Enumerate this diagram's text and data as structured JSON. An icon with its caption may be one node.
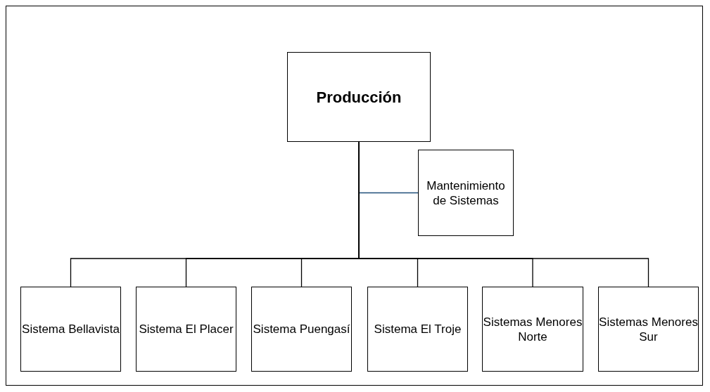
{
  "diagram": {
    "nodes": [
      {
        "text": [
          "Producción"
        ]
      },
      {
        "text": [
          "Mantenimiento de Sistemas"
        ]
      },
      {
        "text": [
          "Sistema Bellavista"
        ]
      },
      {
        "text": [
          "Sistema El Placer"
        ]
      },
      {
        "text": [
          "Sistema Puengasí"
        ]
      },
      {
        "text": [
          "Sistema El Troje"
        ]
      },
      {
        "text": [
          "Sistemas Menores Norte"
        ]
      },
      {
        "text": [
          "Sistemas Menores Sur"
        ]
      }
    ],
    "edges": [
      {
        "from": 0,
        "to": 1,
        "arrow": "none",
        "color": "#1f4e79"
      },
      {
        "from": 0,
        "to": 2,
        "arrow": "none"
      },
      {
        "from": 0,
        "to": 3,
        "arrow": "none"
      },
      {
        "from": 0,
        "to": 4,
        "arrow": "none"
      },
      {
        "from": 0,
        "to": 5,
        "arrow": "none"
      },
      {
        "from": 0,
        "to": 6,
        "arrow": "none"
      },
      {
        "from": 0,
        "to": 7,
        "arrow": "none"
      }
    ]
  }
}
